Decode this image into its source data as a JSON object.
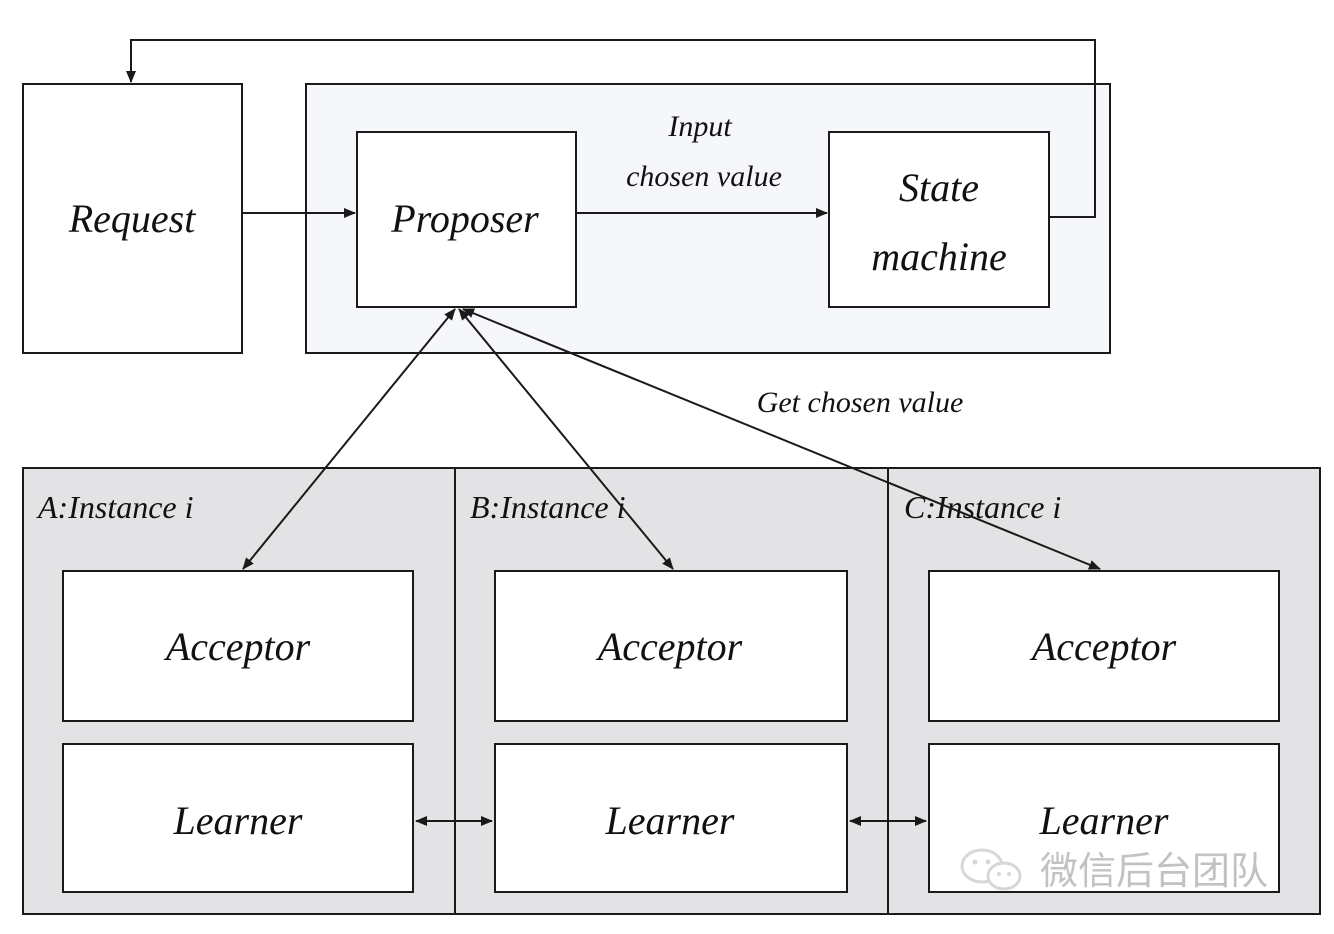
{
  "diagram": {
    "request_label": "Request",
    "proposer_label": "Proposer",
    "state_machine_line1": "State",
    "state_machine_line2": "machine",
    "input_label_line1": "Input",
    "input_label_line2": "chosen value",
    "get_chosen_label": "Get chosen value",
    "instances": [
      {
        "title": "A:Instance i",
        "acceptor": "Acceptor",
        "learner": "Learner"
      },
      {
        "title": "B:Instance i",
        "acceptor": "Acceptor",
        "learner": "Learner"
      },
      {
        "title": "C:Instance i",
        "acceptor": "Acceptor",
        "learner": "Learner"
      }
    ]
  },
  "watermark": {
    "text": "微信后台团队",
    "icon": "wechat-logo"
  },
  "colors": {
    "outer_panel": "#f5f7fb",
    "instance_panel": "#e3e3e5",
    "box_fill": "#ffffff",
    "stroke": "#1a1a1a",
    "watermark": "#b8b8b8"
  }
}
